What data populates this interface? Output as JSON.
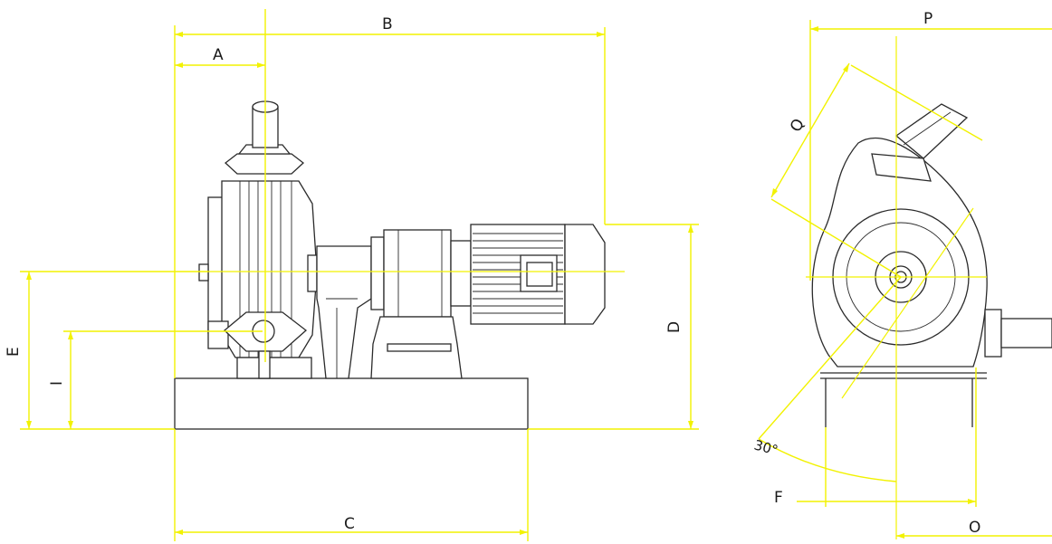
{
  "colors": {
    "dimension_lines": "#f2f200",
    "outline": "#2b2b2b",
    "background": "#ffffff",
    "label_text": "#1a1a1a"
  },
  "labels": {
    "A": "A",
    "B": "B",
    "C": "C",
    "D": "D",
    "E": "E",
    "I": "I",
    "P": "P",
    "Q": "Q",
    "F": "F",
    "O": "O",
    "angle": "30°"
  }
}
